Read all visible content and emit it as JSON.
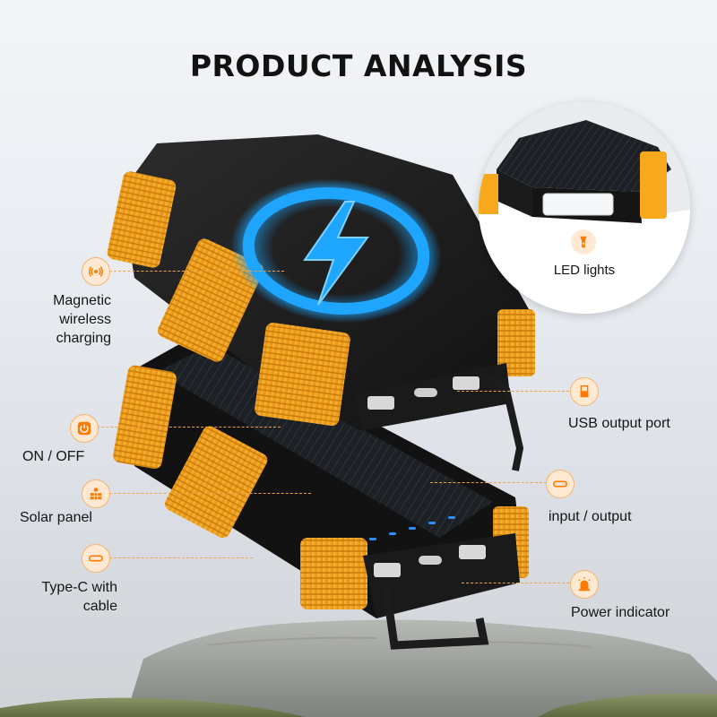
{
  "title": "PRODUCT ANALYSIS",
  "features_left": [
    {
      "label_lines": [
        "Magnetic",
        "wireless",
        "charging"
      ],
      "icon": "wireless-charging-icon"
    },
    {
      "label_lines": [
        "ON / OFF"
      ],
      "icon": "power-icon"
    },
    {
      "label_lines": [
        "Solar panel"
      ],
      "icon": "solar-panel-icon"
    },
    {
      "label_lines": [
        "Type-C with",
        "cable"
      ],
      "icon": "type-c-icon"
    }
  ],
  "features_right": [
    {
      "label": "USB output port",
      "icon": "usb-icon"
    },
    {
      "label": "input / output",
      "icon": "usb-c-port-icon"
    },
    {
      "label": "Power indicator",
      "icon": "indicator-light-icon"
    }
  ],
  "inset": {
    "label": "LED lights",
    "icon": "flashlight-icon"
  },
  "colors": {
    "accent_orange": "#f7a81c",
    "icon_orange": "#ff7a00",
    "callout_bg": "#ffe9d3",
    "dash_line": "#f2a14a",
    "wireless_glow": "#1ea6ff",
    "device_body": "#1b1b1b"
  }
}
